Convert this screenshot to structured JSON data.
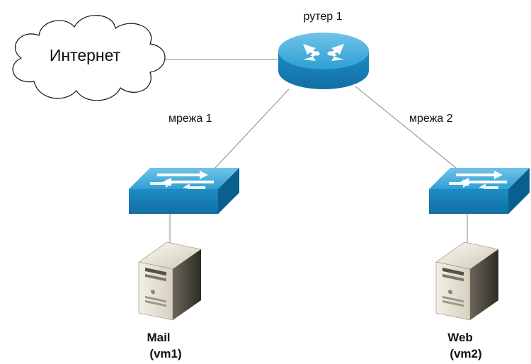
{
  "diagram": {
    "internet": {
      "label": "Интернет"
    },
    "router": {
      "label": "рутер 1"
    },
    "networks": [
      {
        "label": "мрежа 1"
      },
      {
        "label": "мрежа 2"
      }
    ],
    "servers": [
      {
        "name": "Mail",
        "vm": "(vm1)"
      },
      {
        "name": "Web",
        "vm": "(vm2)"
      }
    ]
  }
}
